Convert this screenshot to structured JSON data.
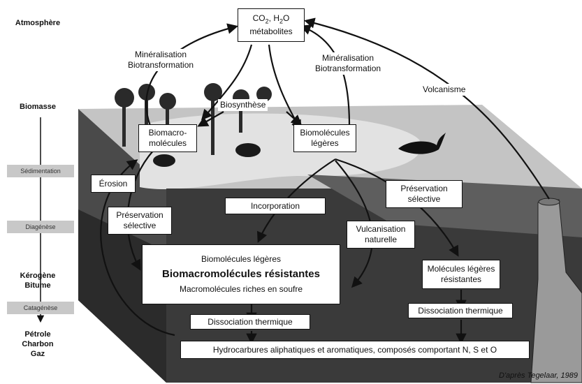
{
  "left_axis": {
    "atmosphere": "Atmosphère",
    "biomass": "Biomasse",
    "sedimentation": "Sédimentation",
    "diagenesis": "Diagénèse",
    "kerogen": "Kérogène",
    "bitumen": "Bitume",
    "catagenesis": "Catagénèse",
    "petroleum": "Pétrole",
    "coal": "Charbon",
    "gas": "Gaz"
  },
  "top_box": {
    "line1_prefix": "CO",
    "sub2a": "2",
    "sep": ", H",
    "sub2b": "2",
    "line1_suffix": "O",
    "line2": "métabolites"
  },
  "labels": {
    "mineralisation_left_1": "Minéralisation",
    "mineralisation_left_2": "Biotransformation",
    "mineralisation_right_1": "Minéralisation",
    "mineralisation_right_2": "Biotransformation",
    "volcanism": "Volcanisme",
    "biosynthesis": "Biosynthèse",
    "erosion": "Érosion",
    "preservation_left_1": "Préservation",
    "preservation_left_2": "sélective",
    "incorporation": "Incorporation",
    "preservation_right_1": "Préservation",
    "preservation_right_2": "sélective",
    "vulcanisation_1": "Vulcanisation",
    "vulcanisation_2": "naturelle"
  },
  "boxes": {
    "biomacro_1": "Biomacro-",
    "biomacro_2": "molécules",
    "biolight_1": "Biomolécules",
    "biolight_2": "légères",
    "central_top": "Biomolécules légères",
    "central_main": "Biomacromolécules résistantes",
    "central_bottom": "Macromolécules riches en soufre",
    "light_resistant_1": "Molécules légères",
    "light_resistant_2": "résistantes",
    "dissociation_left": "Dissociation thermique",
    "dissociation_right": "Dissociation thermique",
    "hydrocarbons": "Hydrocarbures aliphatiques et aromatiques, composés comportant N, S et O"
  },
  "credit": "D'après Tegelaar, 1989",
  "colors": {
    "block_top": "#c9c9c9",
    "block_front": "#3d3d3d",
    "block_side": "#5a5a5a",
    "land": "#e6e6e6",
    "sediment": "#2e2e2e"
  }
}
